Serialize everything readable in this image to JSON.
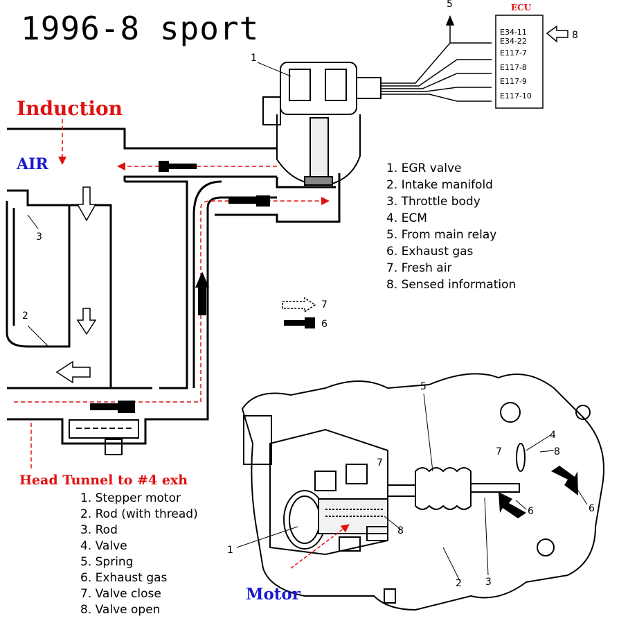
{
  "title": "1996-8 sport",
  "labels": {
    "induction": "Induction",
    "air": "AIR",
    "head_tunnel": "Head Tunnel to #4 exh",
    "motor": "Motor"
  },
  "ecu": {
    "title": "ECU",
    "pins": [
      "E34-11",
      "E34-22",
      "E117-7",
      "E117-8",
      "E117-9",
      "E117-10"
    ]
  },
  "top_legend": [
    "1. EGR valve",
    "2. Intake manifold",
    "3. Throttle body",
    "4. ECM",
    "5. From main relay",
    "6. Exhaust gas",
    "7. Fresh air",
    "8. Sensed information"
  ],
  "bottom_legend": [
    "1. Stepper motor",
    "2. Rod (with thread)",
    "3. Rod",
    "4. Valve",
    "5. Spring",
    "6. Exhaust gas",
    "7. Valve close",
    "8. Valve open"
  ],
  "callouts_top": [
    "1",
    "2",
    "3",
    "5",
    "6",
    "7",
    "8"
  ],
  "callouts_bottom": [
    "1",
    "2",
    "3",
    "4",
    "5",
    "6",
    "6",
    "7",
    "7",
    "8",
    "8"
  ],
  "colors": {
    "red": "#e01010",
    "blue": "#1a1ad0"
  }
}
